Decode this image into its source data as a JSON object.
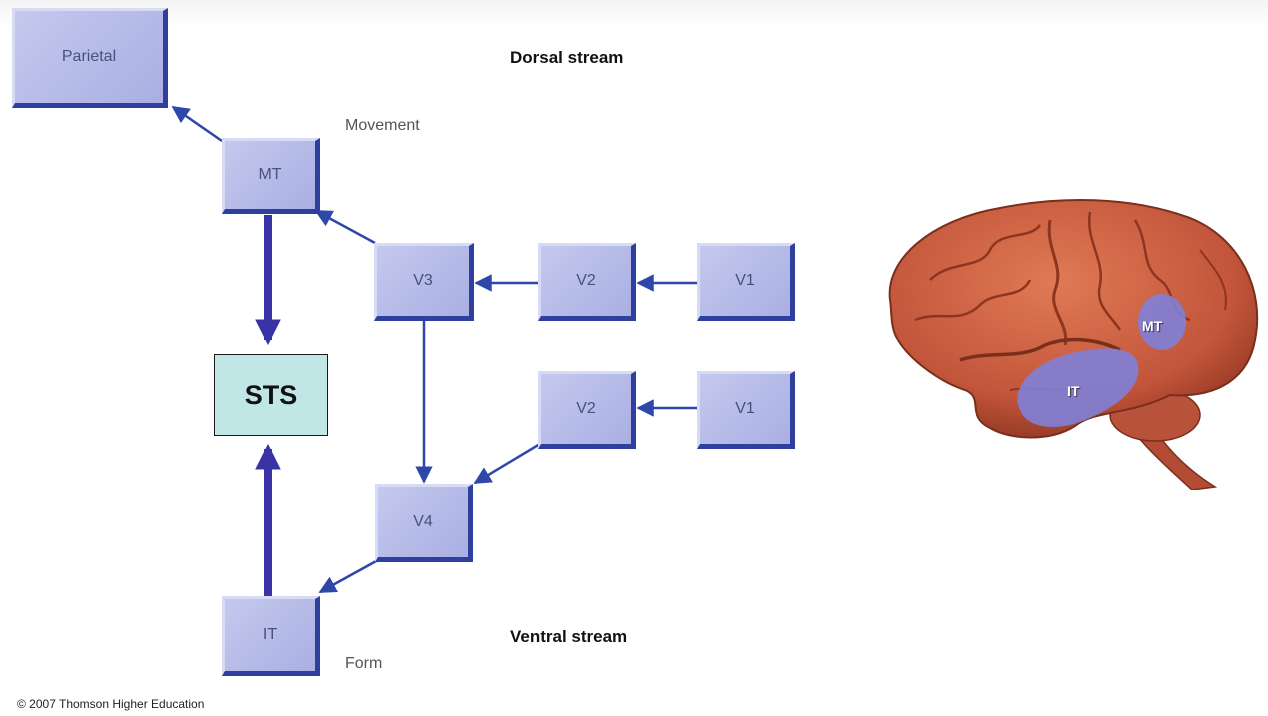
{
  "boxes": {
    "parietal": "Parietal",
    "mt": "MT",
    "v3": "V3",
    "v2_dorsal": "V2",
    "v1_dorsal": "V1",
    "v2_ventral": "V2",
    "v1_ventral": "V1",
    "v4": "V4",
    "it": "IT",
    "sts": "STS"
  },
  "labels": {
    "dorsal_stream": "Dorsal stream",
    "ventral_stream": "Ventral stream",
    "movement": "Movement",
    "form": "Form"
  },
  "brain": {
    "mt_label": "MT",
    "it_label": "IT"
  },
  "copyright": "© 2007 Thomson Higher Education",
  "colors": {
    "box_fill": "#aab0e3",
    "box_shadow": "#2e3f9e",
    "arrow": "#2f47a8",
    "thick_arrow": "#3a33a6",
    "sts_fill": "#c1e6e6",
    "brain": "#c75a3a",
    "region": "#7f7fd6"
  }
}
